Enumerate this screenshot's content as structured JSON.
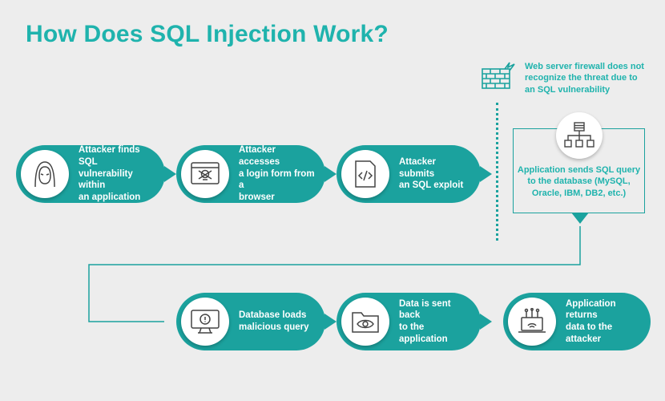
{
  "title": "How Does SQL Injection Work?",
  "firewall_note": "Web server firewall does not\nrecognize the threat due to\nan SQL vulnerability",
  "app_query": "Application sends SQL query\nto the database (MySQL,\nOracle, IBM, DB2, etc.)",
  "steps_row1": [
    {
      "label": "Attacker finds SQL\nvulnerability within\nan application",
      "icon": "hooded-attacker-icon"
    },
    {
      "label": "Attacker accesses\na login form from a\nbrowser",
      "icon": "browser-skull-icon"
    },
    {
      "label": "Attacker submits\nan SQL exploit",
      "icon": "code-document-icon"
    }
  ],
  "steps_row2": [
    {
      "label": "Database loads\nmalicious query",
      "icon": "monitor-alert-icon"
    },
    {
      "label": "Data is sent back\nto the application",
      "icon": "folder-eye-icon"
    },
    {
      "label": "Application returns\ndata to the attacker",
      "icon": "laptop-network-icon"
    }
  ],
  "colors": {
    "accent": "#1ba29e",
    "title": "#1fb3ad",
    "background": "#ededed"
  }
}
